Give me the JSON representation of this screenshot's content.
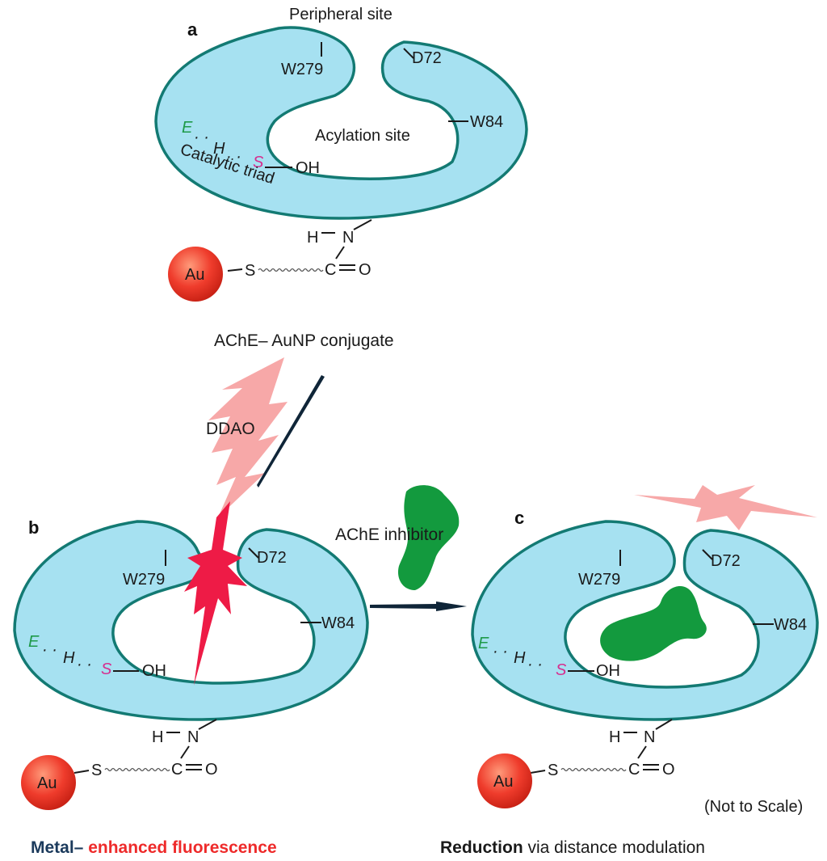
{
  "panels": {
    "a": "a",
    "b": "b",
    "c": "c"
  },
  "enzyme_labels": {
    "peripheral_site": "Peripheral site",
    "acylation_site": "Acylation site",
    "catalytic_triad": "Catalytic triad",
    "residue_w279": "W279",
    "residue_d72": "D72",
    "residue_w84": "W84",
    "hydroxyl": "OH",
    "triad_e": "E",
    "triad_h": "H",
    "triad_s": "S",
    "triad_dots": "·  ·"
  },
  "linker": {
    "gold": "Au",
    "sulfur": "S",
    "amide_h": "H",
    "amide_n": "N",
    "carbonyl_c": "C",
    "carbonyl_o": "O"
  },
  "annotations": {
    "conjugate": "AChE– AuNP conjugate",
    "ddao": "DDAO",
    "inhibitor": "AChE inhibitor",
    "not_to_scale": "(Not to Scale)"
  },
  "captions": {
    "left_part1": "Metal– ",
    "left_part2": "enhanced fluorescence",
    "right_part1": "Reduction",
    "right_part2": " via distance modulation"
  },
  "colors": {
    "enzyme_fill": "#a6e1f1",
    "enzyme_outline": "#137a73",
    "gold": "#ef3c2c",
    "ddao_emission": "#f7a8a8",
    "enhanced_emission": "#ee1b46",
    "inhibitor": "#139a3e",
    "triad_e": "#1f9a4a",
    "triad_s": "#d62f8f",
    "caption_dark": "#1b3a5c",
    "caption_red": "#ee2a2a"
  }
}
